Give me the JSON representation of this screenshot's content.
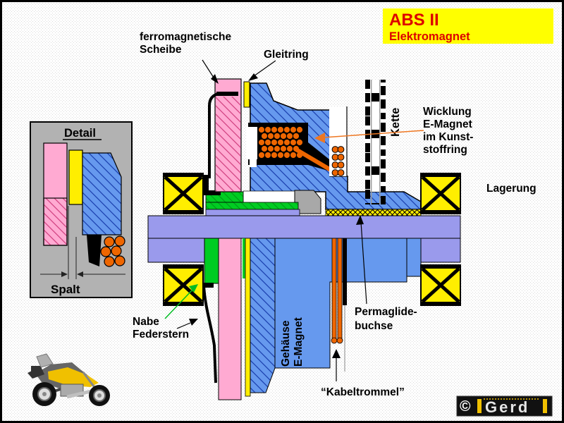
{
  "title_box": {
    "title": "ABS II",
    "subtitle": "Elektromagnet",
    "bg_color": "#ffff00",
    "text_color": "#dd0000"
  },
  "labels": {
    "ferro1": "ferromagnetische",
    "ferro2": "Scheibe",
    "gleitring": "Gleitring",
    "kette": "Kette",
    "wicklung1": "Wicklung",
    "wicklung2": "E-Magnet",
    "wicklung3": "im Kunst-",
    "wicklung4": "stoffring",
    "lagerung": "Lagerung",
    "nabe": "Nabe",
    "federstern": "Federstern",
    "gehaeuse1": "Gehäuse",
    "gehaeuse2": "E-Magnet",
    "permaglide1": "Permaglide-",
    "permaglide2": "buchse",
    "kabeltrommel": "“Kabeltrommel”"
  },
  "detail_inset": {
    "title": "Detail",
    "gap_label": "Spalt"
  },
  "logo": {
    "copyright": "©",
    "name": "Gerd"
  },
  "colors": {
    "housing_blue": "#6699ee",
    "shaft_violet": "#9a9aec",
    "disc_pink": "#ffaad2",
    "coil_orange": "#ee6600",
    "bearing_yellow": "#ffee00",
    "nabe_green": "#00cc22",
    "inset_gray": "#b2b2b2",
    "arrow_orange": "#ee7722"
  }
}
